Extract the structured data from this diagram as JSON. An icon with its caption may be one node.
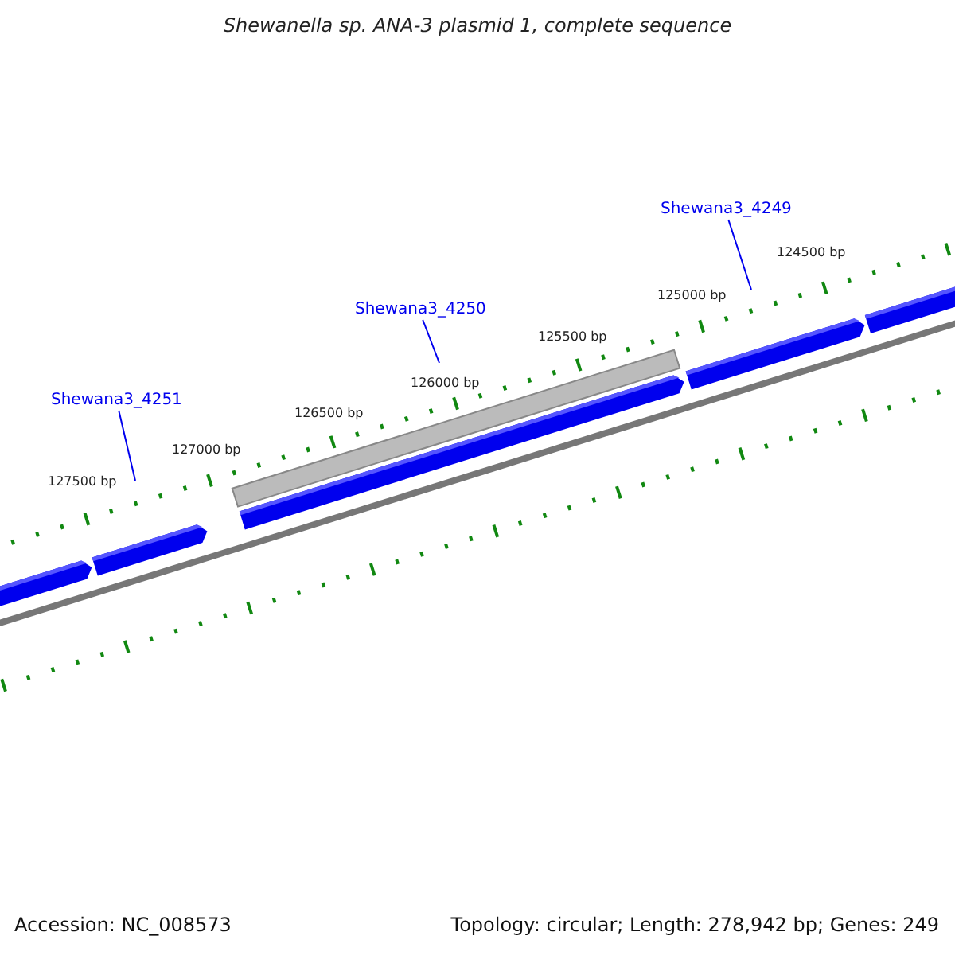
{
  "diagram": {
    "title": "Shewanella sp. ANA-3 plasmid 1, complete sequence",
    "nodes": [
      {
        "text": [
          "Shewana3_4251"
        ]
      },
      {
        "text": [
          "Shewana3_4250"
        ]
      },
      {
        "text": [
          "Shewana3_4249"
        ]
      }
    ],
    "edges": [
      {
        "from": 0,
        "to": null,
        "arrow": "none"
      },
      {
        "from": 1,
        "to": null,
        "arrow": "none"
      },
      {
        "from": 2,
        "to": null,
        "arrow": "none"
      }
    ],
    "labels": [
      "127500 bp",
      "127000 bp",
      "126500 bp",
      "126000 bp",
      "125500 bp",
      "125000 bp",
      "124500 bp",
      "Accession: NC_008573",
      "Topology: circular; Length: 278,942 bp; Genes: 249"
    ]
  }
}
